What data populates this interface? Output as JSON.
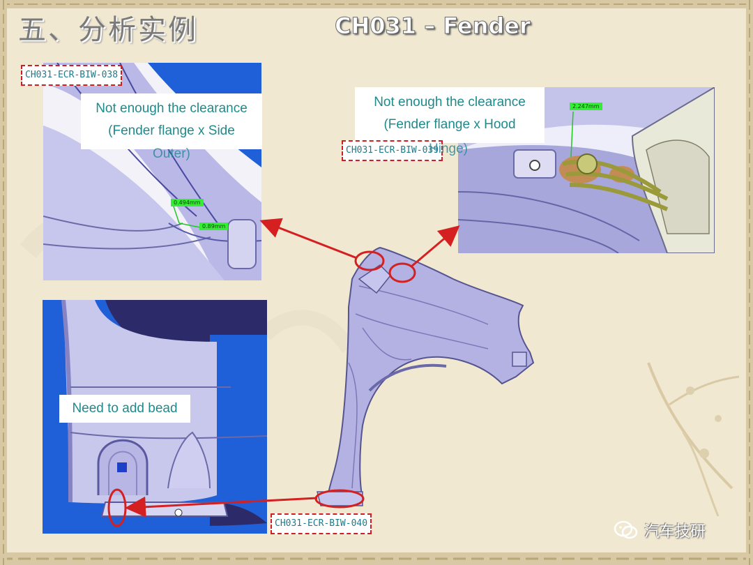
{
  "slide": {
    "heading": "五、分析实例",
    "subheading": "CH031 – Fender"
  },
  "panels": {
    "top_left": {
      "ref": "CH031-ECR-BIW-038",
      "callout_line1": "Not enough the clearance",
      "callout_line2": "(Fender flange x Side",
      "callout_line3": "Outer)",
      "measure_a": "0.494mm",
      "measure_b": "0.89mm"
    },
    "top_right": {
      "ref": "CH031-ECR-BIW-039",
      "callout_line1": "Not enough the clearance",
      "callout_line2": "(Fender flange x Hood",
      "callout_line3": "Hinge)",
      "measure": "2.247mm"
    },
    "bottom_left": {
      "ref": "CH031-ECR-BIW-040",
      "callout": "Need to add bead"
    }
  },
  "watermark": {
    "text": "汽车技研",
    "icon": "wechat-icon"
  },
  "colors": {
    "accent_red": "#d42020",
    "callout_text": "#1f8a8a",
    "part_blue": "#1f5fd8",
    "part_lavender": "#b9b8e6",
    "background": "#f1e8d2"
  }
}
